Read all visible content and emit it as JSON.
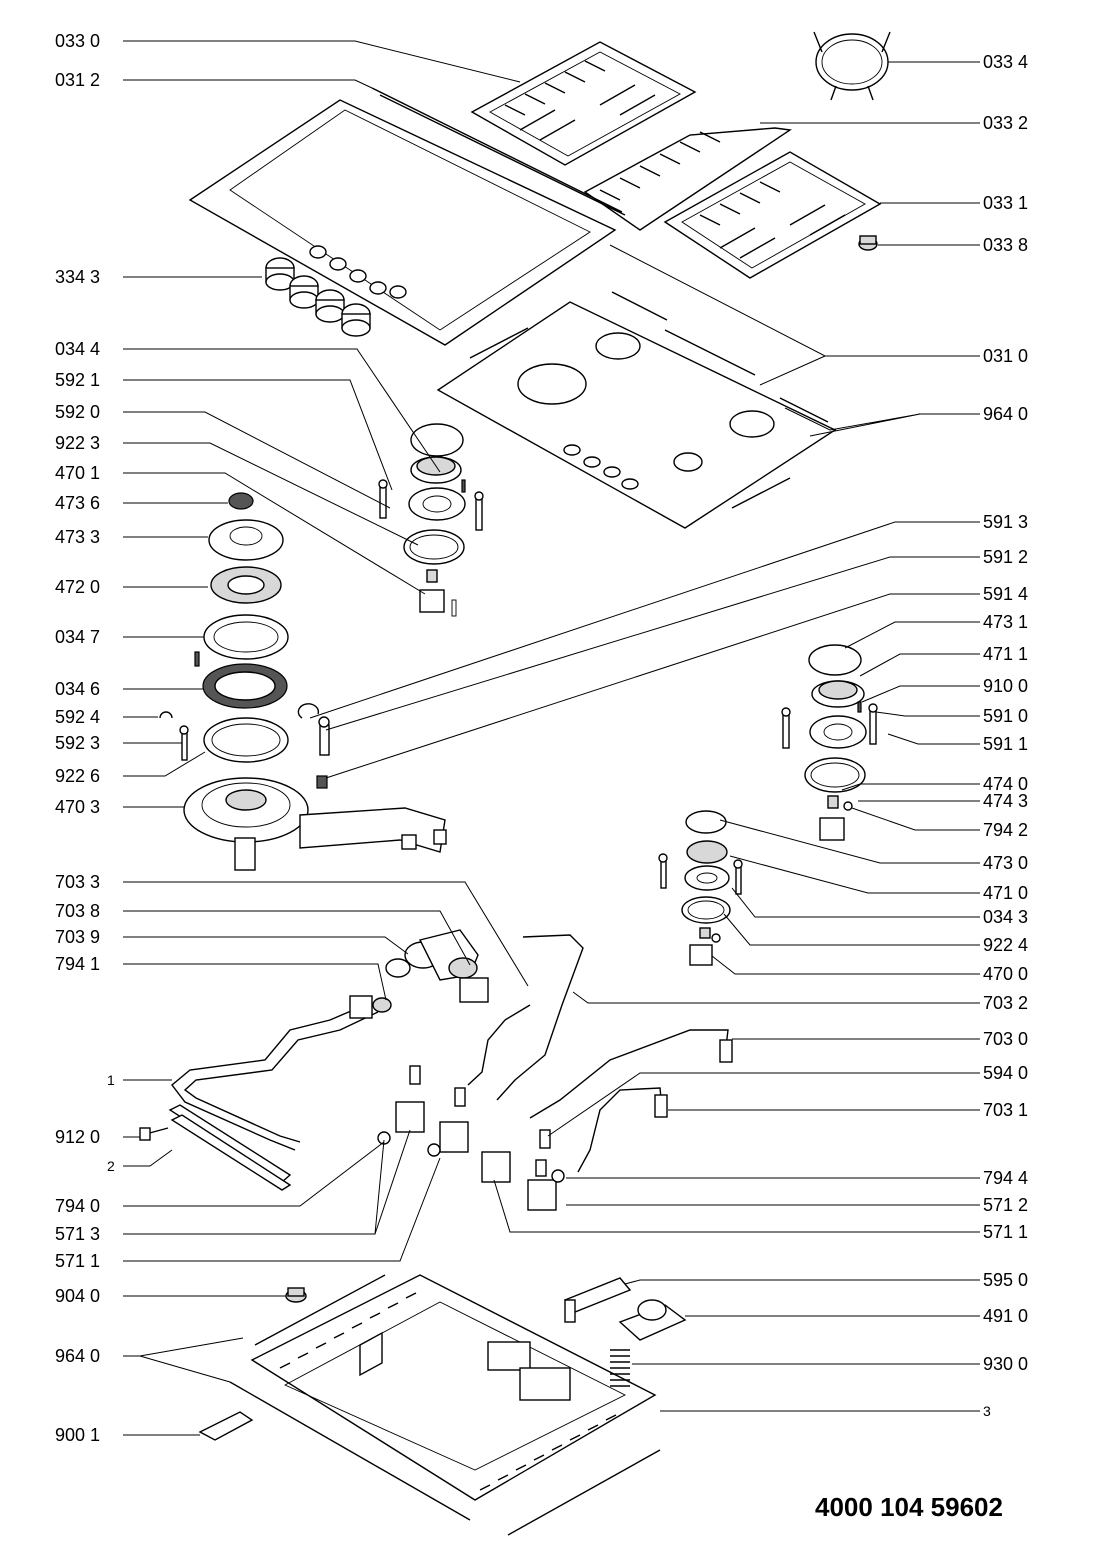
{
  "document_number": "4000 104 59602",
  "callouts": {
    "l_0330": "033 0",
    "l_0312": "031 2",
    "l_3343": "334 3",
    "l_0344": "034 4",
    "l_5921": "592 1",
    "l_5920": "592 0",
    "l_9223": "922 3",
    "l_4701": "470 1",
    "l_4736": "473 6",
    "l_4733": "473 3",
    "l_4720": "472 0",
    "l_0347": "034 7",
    "l_0346": "034 6",
    "l_5924": "592 4",
    "l_5923": "592 3",
    "l_9226": "922 6",
    "l_4703": "470 3",
    "l_7033": "703 3",
    "l_7038": "703 8",
    "l_7039": "703 9",
    "l_7941": "794 1",
    "l_1": "1",
    "l_9120": "912 0",
    "l_2": "2",
    "l_7940": "794 0",
    "l_5713": "571 3",
    "l_5711a": "571 1",
    "l_9040": "904 0",
    "l_9640a": "964 0",
    "l_9001": "900 1",
    "r_0334": "033 4",
    "r_0332": "033 2",
    "r_0331": "033 1",
    "r_0338": "033 8",
    "r_0310": "031 0",
    "r_9640": "964 0",
    "r_5913": "591 3",
    "r_5912": "591 2",
    "r_5914": "591 4",
    "r_4731": "473 1",
    "r_4711": "471 1",
    "r_9100": "910 0",
    "r_5910": "591 0",
    "r_5911": "591 1",
    "r_4740": "474 0",
    "r_4743": "474 3",
    "r_7942": "794 2",
    "r_4730": "473 0",
    "r_4710": "471 0",
    "r_0343": "034 3",
    "r_9224": "922 4",
    "r_4700": "470 0",
    "r_7032": "703 2",
    "r_7030": "703 0",
    "r_5940": "594 0",
    "r_7031": "703 1",
    "r_7944": "794 4",
    "r_5712": "571 2",
    "r_5711": "571 1",
    "r_5950": "595 0",
    "r_4910": "491 0",
    "r_9300": "930 0",
    "r_3": "3"
  }
}
